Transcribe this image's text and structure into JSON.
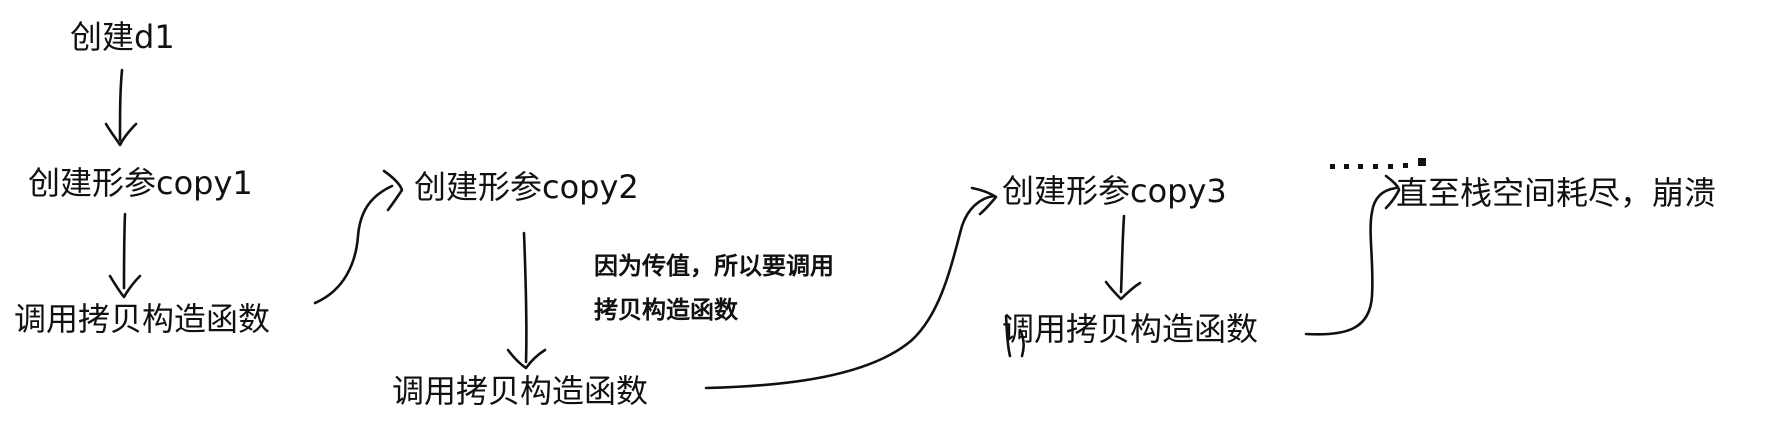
{
  "nodes": {
    "create_d1": "创建d1",
    "param_copy1": "创建形参copy1",
    "call1": "调用拷贝构造函数",
    "param_copy2": "创建形参copy2",
    "call2": "调用拷贝构造函数",
    "param_copy3": "创建形参copy3",
    "call3": "调用拷贝构造函数",
    "end": "直至栈空间耗尽，崩溃"
  },
  "note": {
    "line1": "因为传值，所以要调用",
    "line2": "拷贝构造函数"
  },
  "colors": {
    "ink": "#111111",
    "background": "#ffffff"
  }
}
